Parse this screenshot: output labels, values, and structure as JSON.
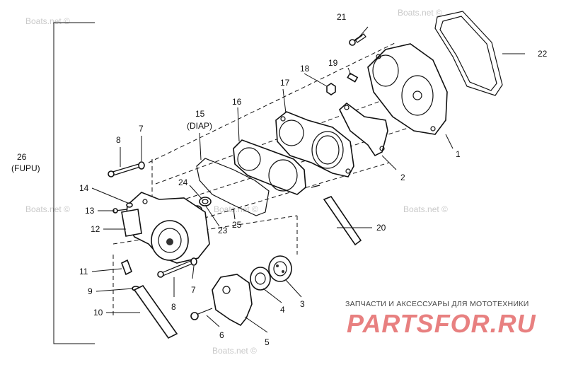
{
  "watermarks": [
    "Boats.net ©",
    "Boats.net ©",
    "Boats.net ©",
    "Boats.net ©",
    "Boats.net ©",
    "Boats.net ©"
  ],
  "callouts": {
    "c1": "1",
    "c2": "2",
    "c3": "3",
    "c4": "4",
    "c5": "5",
    "c6": "6",
    "c7a": "7",
    "c7b": "7",
    "c8a": "8",
    "c8b": "8",
    "c9": "9",
    "c10": "10",
    "c11": "11",
    "c12": "12",
    "c13": "13",
    "c14": "14",
    "c15": "15",
    "c15sub": "(DIAP)",
    "c16": "16",
    "c17": "17",
    "c18": "18",
    "c19": "19",
    "c20": "20",
    "c21": "21",
    "c22": "22",
    "c23": "23",
    "c24": "24",
    "c25": "25",
    "c26": "26",
    "c26sub": "(FUPU)"
  },
  "brand": {
    "subtitle": "ЗАПЧАСТИ И АКСЕССУАРЫ ДЛЯ МОТОТЕХНИКИ",
    "logo": "PARTSFOR.RU"
  }
}
